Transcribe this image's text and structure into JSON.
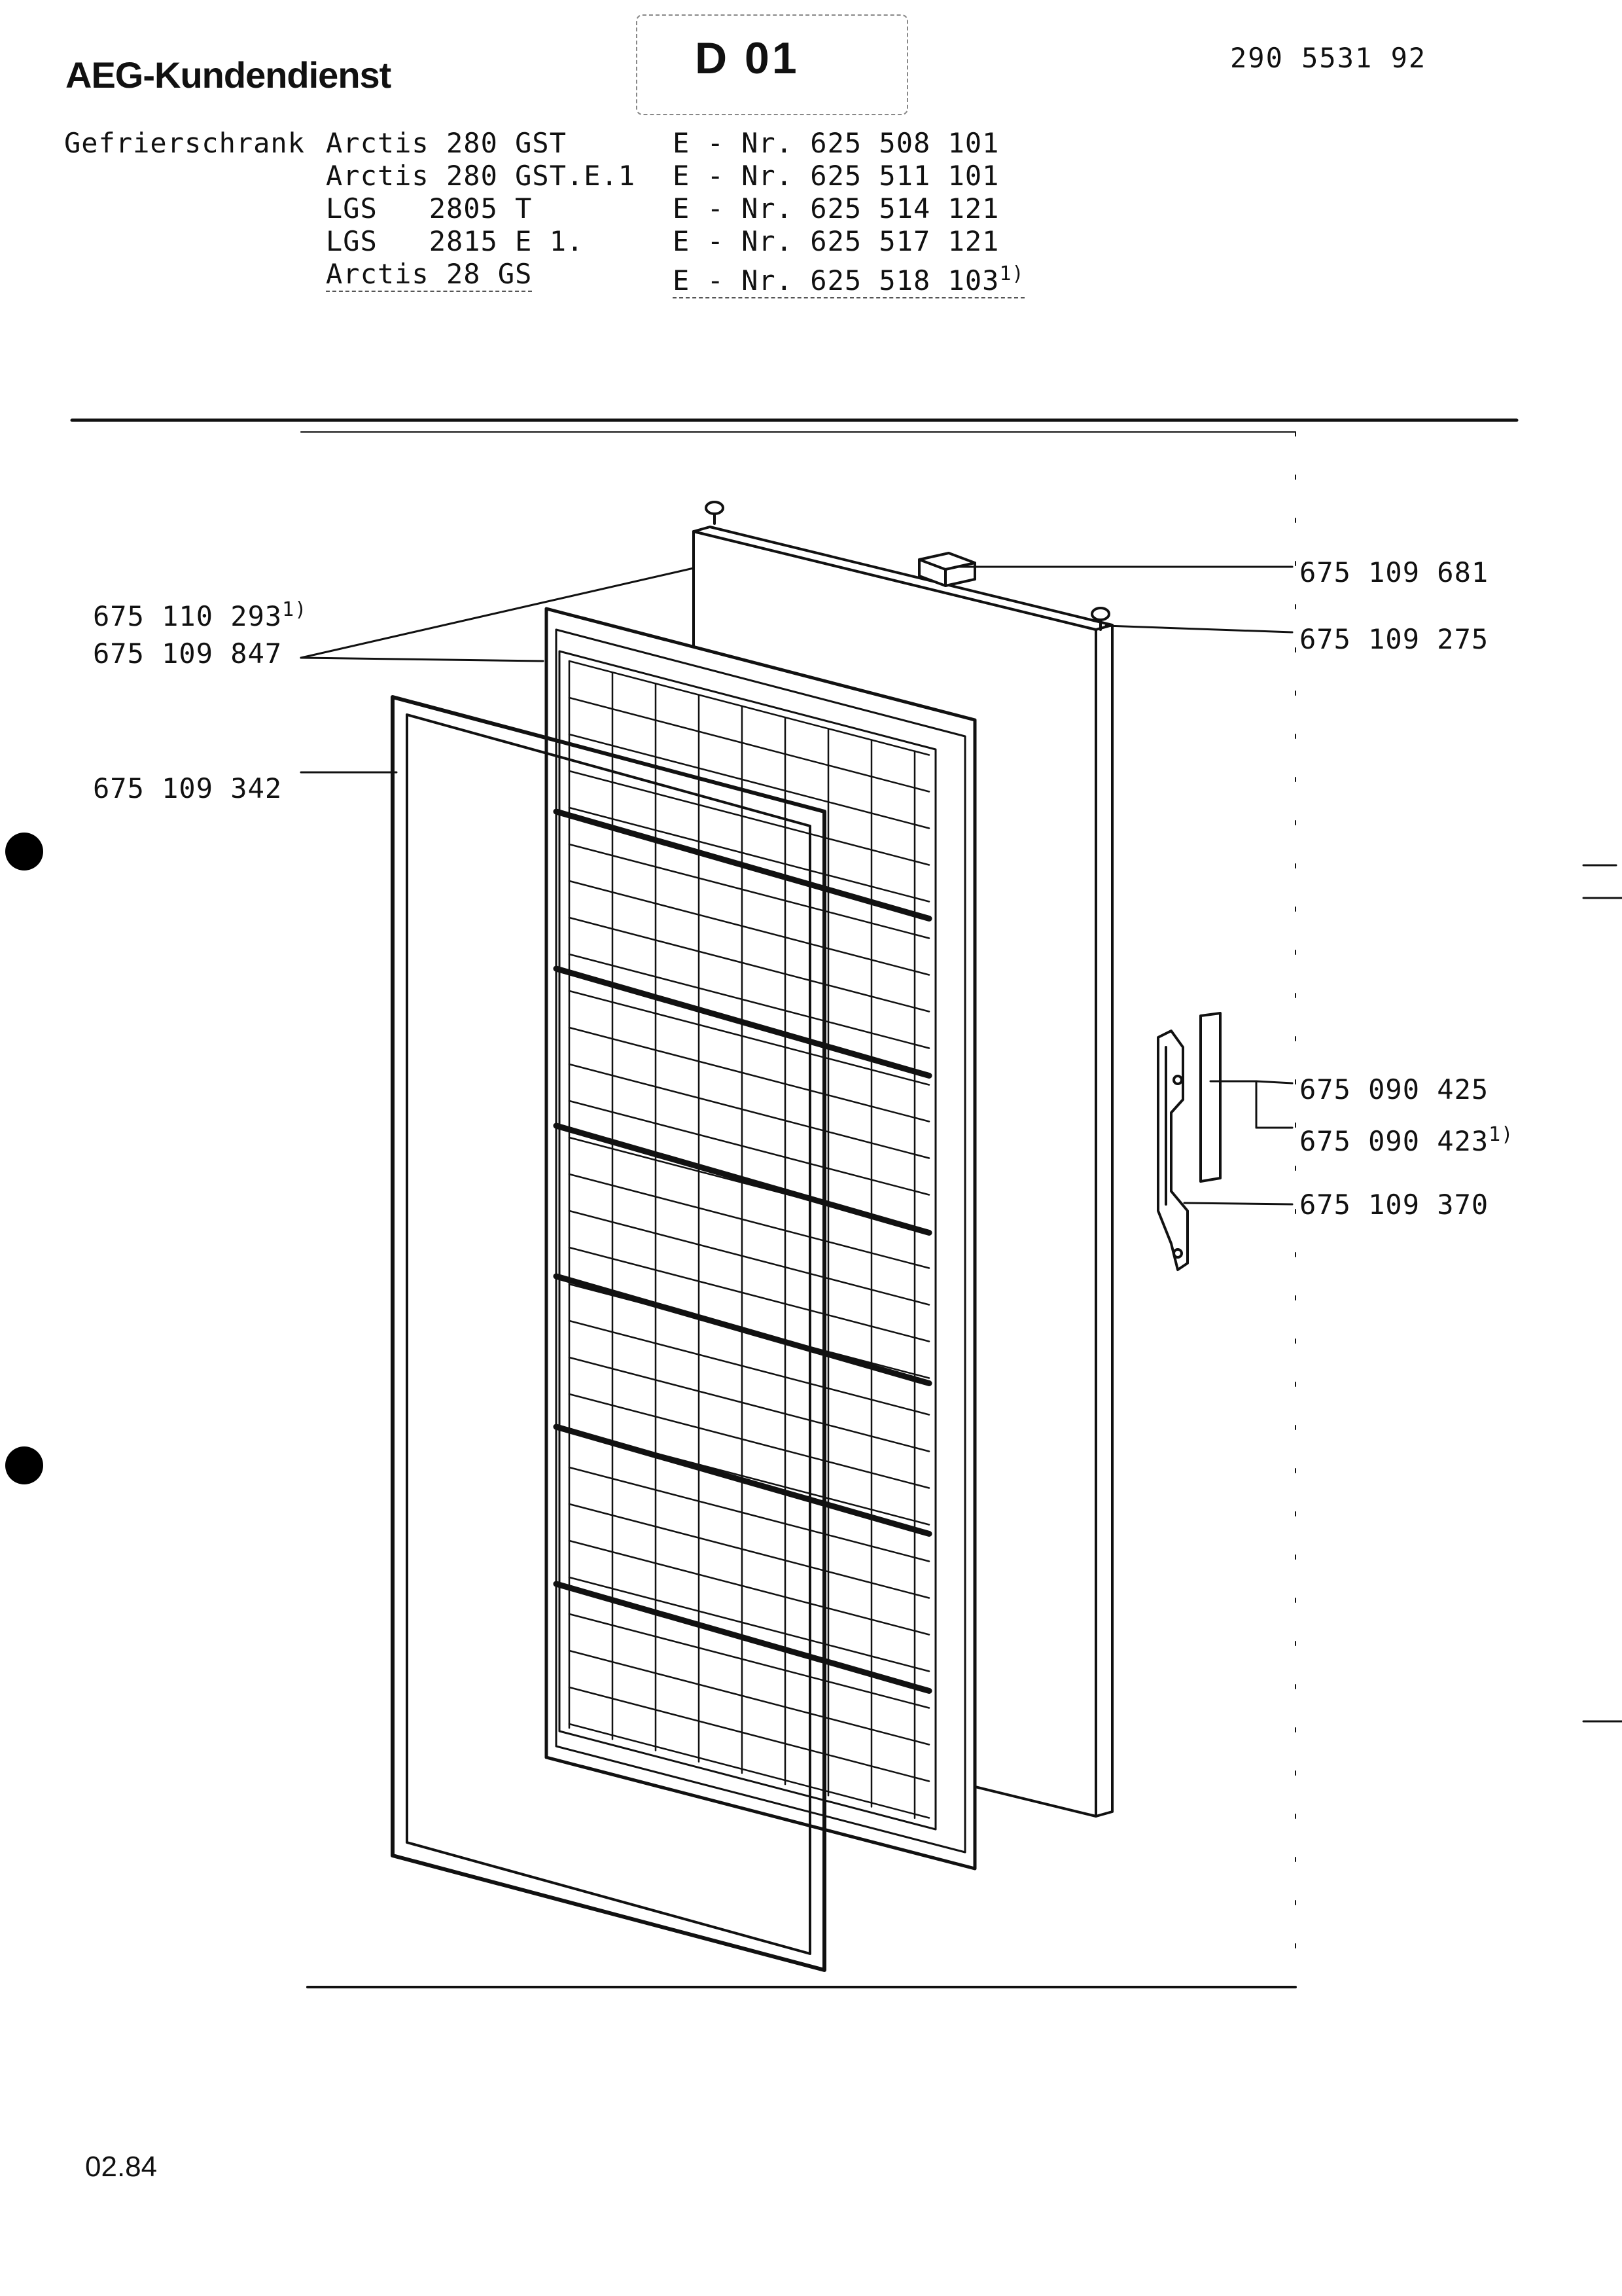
{
  "header": {
    "brand": "AEG-Kundendienst",
    "sheet_code": "D 01",
    "document_number": "290 5531 92"
  },
  "models": {
    "appliance_type": "Gefrierschrank",
    "rows": [
      {
        "name": "Arctis 280 GST",
        "e_nr": "E - Nr. 625 508 101",
        "note": ""
      },
      {
        "name": "Arctis 280 GST.E.1",
        "e_nr": "E - Nr. 625 511 101",
        "note": ""
      },
      {
        "name": "LGS   2805 T",
        "e_nr": "E - Nr. 625 514 121",
        "note": ""
      },
      {
        "name": "LGS   2815 E 1.",
        "e_nr": "E - Nr. 625 517 121",
        "note": ""
      },
      {
        "name": "Arctis 28 GS",
        "e_nr": "E - Nr. 625 518 103",
        "note": "1)"
      }
    ]
  },
  "parts": [
    {
      "number": "675 109 681",
      "note": ""
    },
    {
      "number": "675 109 275",
      "note": ""
    },
    {
      "number": "675 110 293",
      "note": "1)"
    },
    {
      "number": "675 109 847",
      "note": ""
    },
    {
      "number": "675 109 342",
      "note": ""
    },
    {
      "number": "675 090 425",
      "note": ""
    },
    {
      "number": "675 090 423",
      "note": "1)"
    },
    {
      "number": "675 109 370",
      "note": ""
    }
  ],
  "footer": {
    "date": "02.84"
  }
}
